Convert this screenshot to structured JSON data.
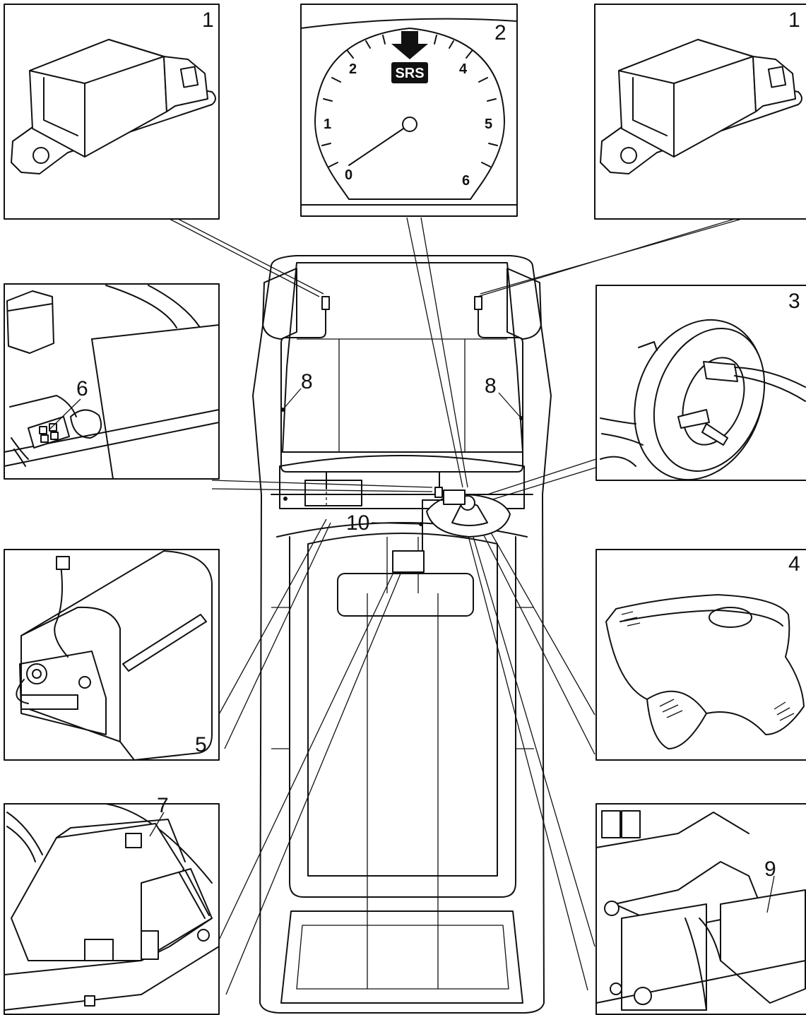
{
  "callouts": {
    "sensor_left": "1",
    "sensor_right": "1",
    "warning_lamp": "2",
    "rotary_coupler": "3",
    "driver_airbag": "4",
    "passenger_airbag": "5",
    "connector": "6",
    "control_module": "7",
    "harness_left": "8",
    "harness_right": "8",
    "steering_column_cover": "9",
    "harness_center": "10"
  },
  "gauge": {
    "lamp_label": "SRS",
    "scale": [
      "0",
      "1",
      "2",
      "4",
      "5",
      "6"
    ]
  }
}
